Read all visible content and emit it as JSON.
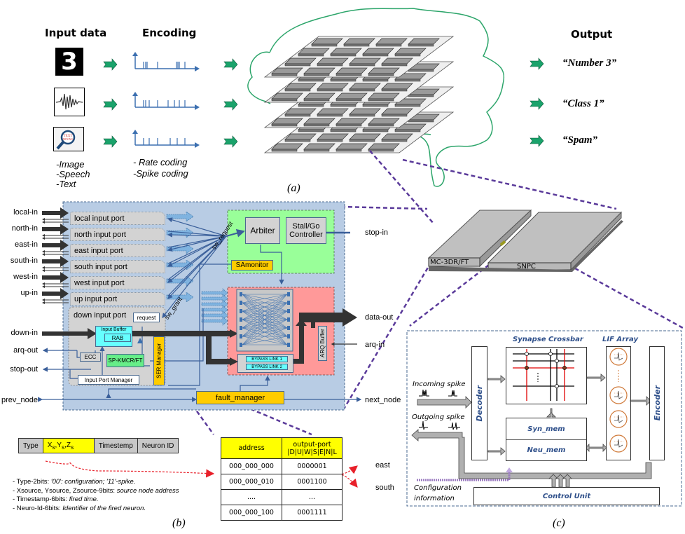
{
  "panel_a": {
    "caption": "(a)",
    "headers": {
      "input": "Input data",
      "encoding": "Encoding",
      "output": "Output"
    },
    "input_items": [
      {
        "icon": "digit-three-image-icon"
      },
      {
        "icon": "speech-waveform-icon"
      },
      {
        "icon": "text-mining-icon",
        "text_top": "TEXT",
        "text_bottom": "MINING"
      }
    ],
    "input_types": [
      "-Image",
      "-Speech",
      "-Text"
    ],
    "encoding_types": [
      "- Rate coding",
      "-Spike coding"
    ],
    "outputs": [
      "“Number 3”",
      "“Class 1”",
      "“Spam”"
    ],
    "colors": {
      "arrow": "#1aa36b",
      "spike": "#3b6fb0",
      "brain": "#2ca56a"
    }
  },
  "panel_b": {
    "caption": "(b)",
    "inputs": [
      "local-in",
      "north-in",
      "east-in",
      "south-in",
      "west-in",
      "up-in",
      "down-in"
    ],
    "ports": [
      "local input port",
      "north input port",
      "east input port",
      "south input port",
      "west input port",
      "up input port",
      "down input port"
    ],
    "left_signals": [
      "arq-out",
      "stop-out",
      "prev_node"
    ],
    "right_signals": {
      "stop_in": "stop-in",
      "data_out": "data-out",
      "arq_in": "arq-in",
      "next_node": "next_node"
    },
    "blocks": {
      "arbiter": "Arbiter",
      "stall_go": "Stall/Go Controller",
      "sa_monitor": "SAmonitor",
      "request": "request",
      "input_buffer": "Input Buffer",
      "rab": "RAB",
      "ecc": "ECC",
      "spkm": "SP-KMCR/FT",
      "ser_manager": "SER Manager",
      "input_port_manager": "Input Port Manager",
      "arq_buffer": "ARQ Buffer",
      "bypass1": "BYPASS LINK 1",
      "bypass2": "BYPASS LINK 2",
      "fault_manager": "fault_manager",
      "sw_request": "sw_request",
      "sw_grant": "sw_grant"
    },
    "packet": {
      "fields": [
        "Type",
        "XsYsZs",
        "Timestemp",
        "Neuron ID"
      ],
      "notes": [
        {
          "label": "- Type-2bits: ",
          "desc": "'00': configuration; '11'-spike."
        },
        {
          "label": "- Xsource, Ysource, Zsource-9bits: ",
          "desc": "source node address"
        },
        {
          "label": "- Timestamp-6bits: ",
          "desc": "fired time."
        },
        {
          "label": "- Neuro-Id-6bits: ",
          "desc": "Identifier of the fired neuron."
        }
      ]
    },
    "routing_table": {
      "headers": [
        "address",
        "output-port",
        "|D|U|W|S|E|N|L"
      ],
      "rows": [
        [
          "000_000_000",
          "0000001"
        ],
        [
          "000_000_010",
          "0001100"
        ],
        [
          "....",
          "..."
        ],
        [
          "000_000_100",
          "0001111"
        ]
      ],
      "destinations": [
        "east",
        "south"
      ]
    },
    "colors": {
      "router_bg": "#b8cce4",
      "green": "#99ff99",
      "red": "#ff9999",
      "yellow": "#ffcc00",
      "cyan": "#66ffff",
      "port": "#d3d3d3"
    }
  },
  "chip": {
    "left": "MC-3DR/FT",
    "right": "SNPC"
  },
  "panel_c": {
    "caption": "(c)",
    "labels": {
      "synapse_crossbar": "Synapse Crossbar",
      "lif_array": "LIF Array",
      "decoder": "Decoder",
      "encoder": "Encoder",
      "syn_mem": "Syn_mem",
      "neu_mem": "Neu_mem",
      "control_unit": "Control Unit",
      "incoming_spike": "Incoming spike",
      "outgoing_spike": "Outgoing spike",
      "config_info_1": "Configuration",
      "config_info_2": "information"
    },
    "colors": {
      "label_blue": "#2e4f8a",
      "crossbar_red": "#e00000",
      "neuron": "#d07a3a"
    }
  }
}
